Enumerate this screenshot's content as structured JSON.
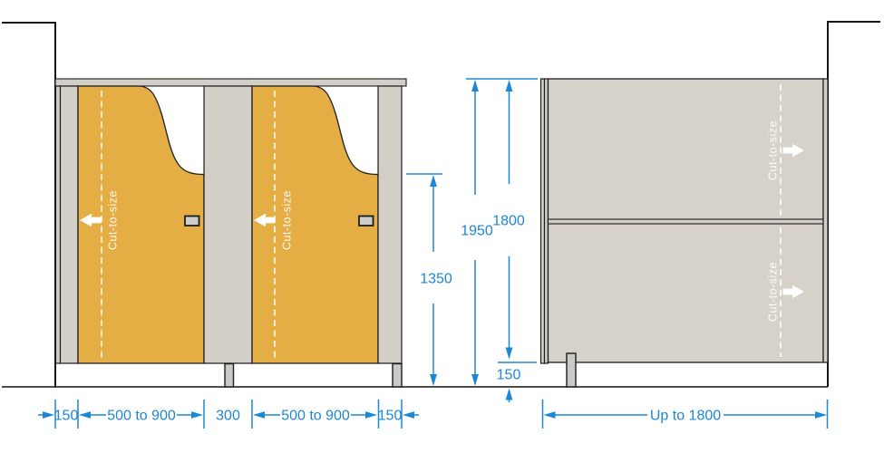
{
  "annotations": {
    "cut_to_size": "Cut-to-size"
  },
  "vertical_dimensions": {
    "overall_height": "1950",
    "panel_height": "1800",
    "door_cut_height": "1350",
    "floor_clearance": "150"
  },
  "horizontal_dimensions": {
    "left_wall_gap": "150",
    "left_door_width": "500 to 900",
    "center_pilaster_width": "300",
    "right_door_width": "500 to 900",
    "right_wall_gap": "150",
    "panel_run_width": "Up to 1800"
  },
  "colors": {
    "dimension_blue": "#1b87d6",
    "door_orange": "#e4ae45",
    "frame_gray": "#d2cfc9",
    "panel_gray": "#d6d2ca",
    "outline_black": "#1c1c1c"
  }
}
